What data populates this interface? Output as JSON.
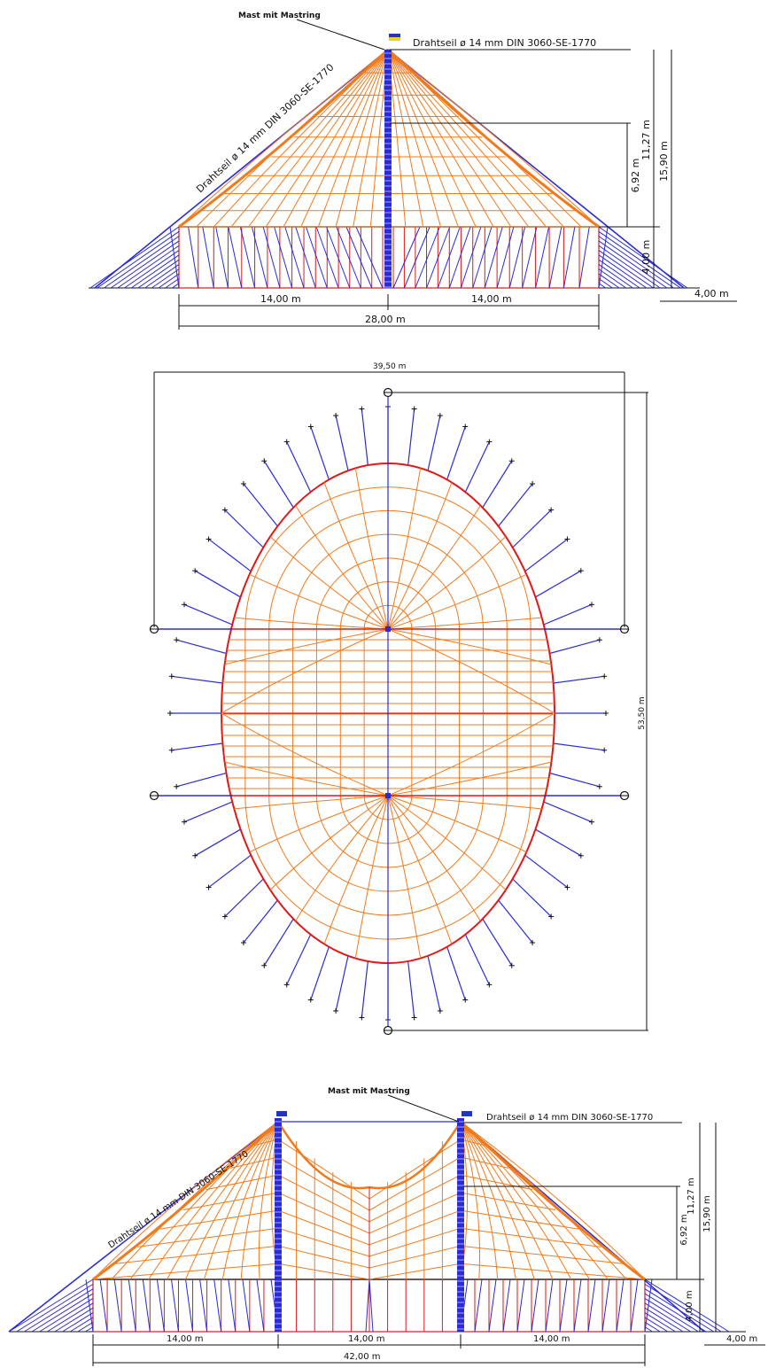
{
  "colors": {
    "cable": "#2b2bd6",
    "canvas_net": "#f07a1c",
    "wall": "#e01818",
    "dimension": "#111111",
    "flag_blue": "#2233cc",
    "flag_yellow": "#f2d21a"
  },
  "top_view": {
    "mast_label": "Mast mit Mastring",
    "cable_label": "Drahtseil ø 14 mm DIN 3060-SE-1770",
    "roof_cable_label": "Drahtseil ø 14 mm DIN 3060-SE-1770",
    "dim_6_92": "6,92 m",
    "dim_11_27": "11,27 m",
    "dim_15_90": "15,90 m",
    "dim_wall": "4,00 m",
    "dim_anchor": "4,00 m",
    "dim_left": "14,00 m",
    "dim_right": "14,00 m",
    "dim_total": "28,00 m"
  },
  "plan_view": {
    "width_label": "39,50 m",
    "length_label": "53,50 m"
  },
  "bottom_view": {
    "mast_label": "Mast mit Mastring",
    "cable_label": "Drahtseil ø 14 mm DIN 3060-SE-1770",
    "roof_cable_label": "Drahtseil ø 14 mm DIN 3060-SE-1770",
    "dim_6_92": "6,92 m",
    "dim_11_27": "11,27 m",
    "dim_15_90": "15,90 m",
    "dim_wall": "4,00 m",
    "dim_anchor": "4,00 m",
    "dim_left": "14,00 m",
    "dim_mid": "14,00 m",
    "dim_right": "14,00 m",
    "dim_total": "42,00 m"
  }
}
